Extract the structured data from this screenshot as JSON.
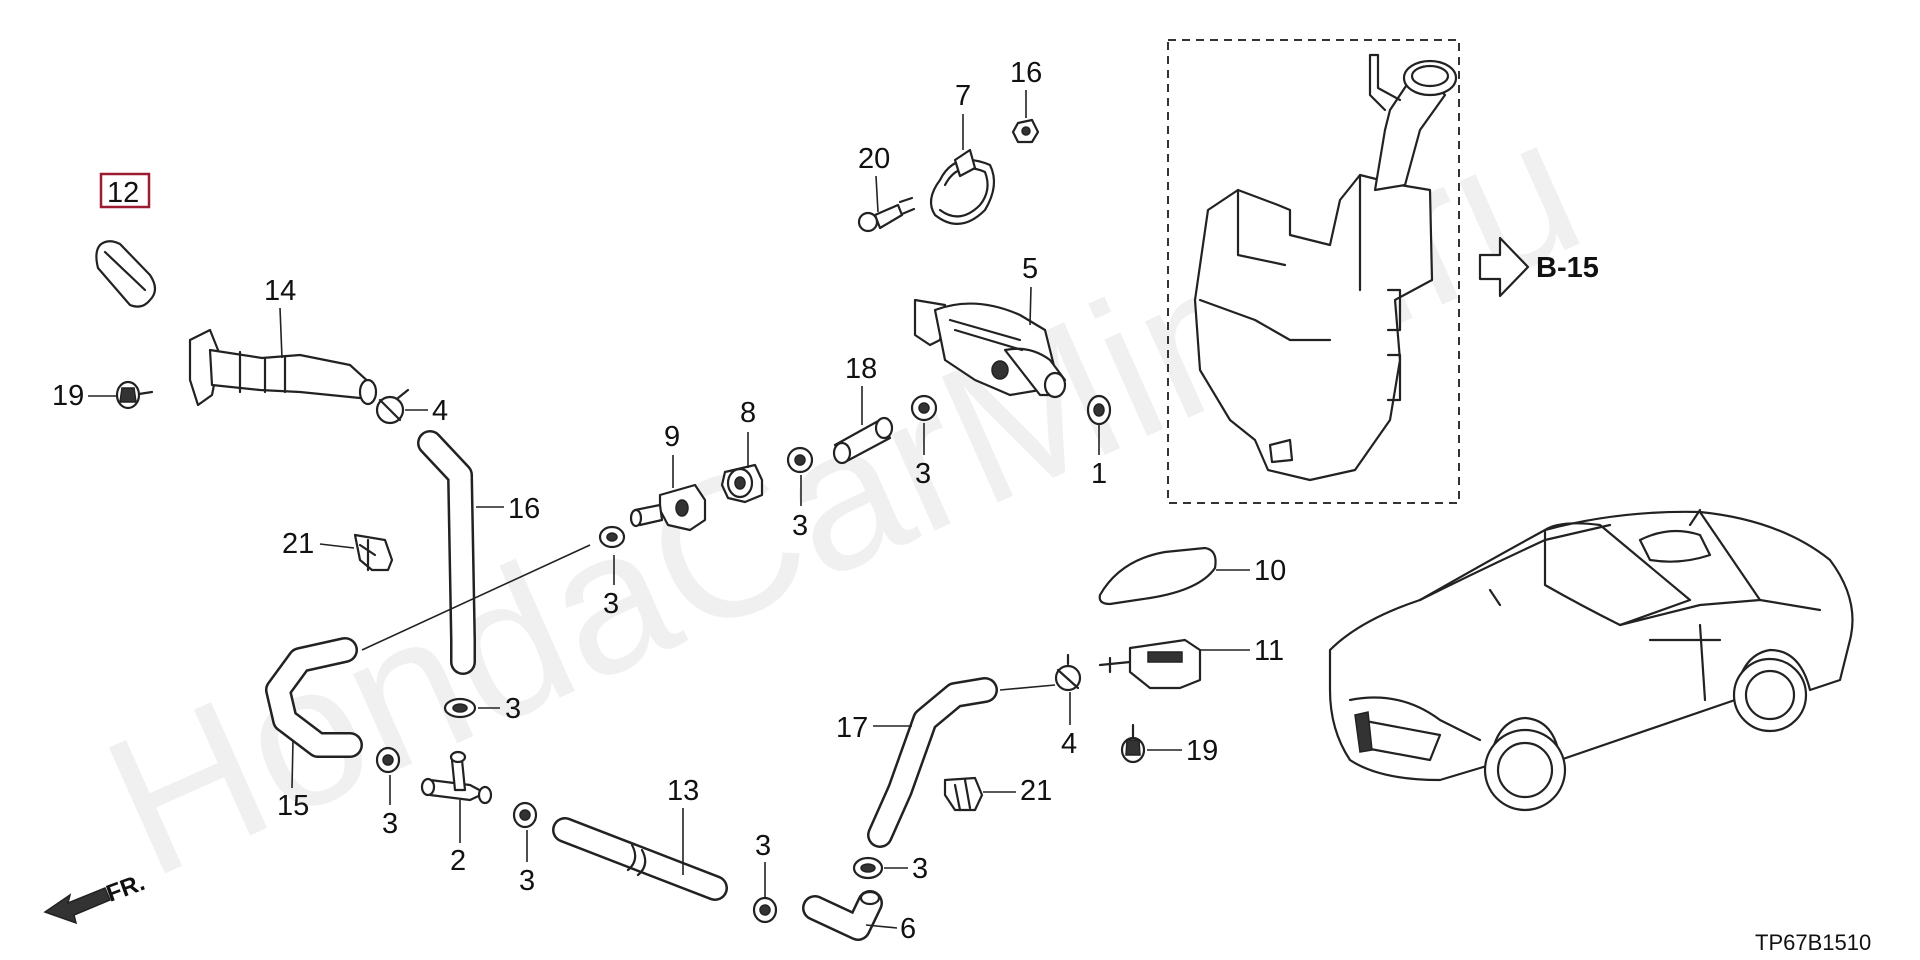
{
  "watermark": "HondaCarMine.ru",
  "diagram_code": "TP67B1510",
  "reference": "B-15",
  "front_indicator": "FR.",
  "callouts": [
    {
      "id": "c1",
      "label": "1"
    },
    {
      "id": "c2",
      "label": "2"
    },
    {
      "id": "c3a",
      "label": "3"
    },
    {
      "id": "c3b",
      "label": "3"
    },
    {
      "id": "c3c",
      "label": "3"
    },
    {
      "id": "c3d",
      "label": "3"
    },
    {
      "id": "c3e",
      "label": "3"
    },
    {
      "id": "c3f",
      "label": "3"
    },
    {
      "id": "c3g",
      "label": "3"
    },
    {
      "id": "c3h",
      "label": "3"
    },
    {
      "id": "c3i",
      "label": "3"
    },
    {
      "id": "c4a",
      "label": "4"
    },
    {
      "id": "c4b",
      "label": "4"
    },
    {
      "id": "c5",
      "label": "5"
    },
    {
      "id": "c6",
      "label": "6"
    },
    {
      "id": "c7",
      "label": "7"
    },
    {
      "id": "c8",
      "label": "8"
    },
    {
      "id": "c9",
      "label": "9"
    },
    {
      "id": "c10",
      "label": "10"
    },
    {
      "id": "c11",
      "label": "11"
    },
    {
      "id": "c12",
      "label": "12"
    },
    {
      "id": "c13",
      "label": "13"
    },
    {
      "id": "c14",
      "label": "14"
    },
    {
      "id": "c15",
      "label": "15"
    },
    {
      "id": "c16a",
      "label": "16"
    },
    {
      "id": "c16b",
      "label": "16"
    },
    {
      "id": "c17",
      "label": "17"
    },
    {
      "id": "c18",
      "label": "18"
    },
    {
      "id": "c19a",
      "label": "19"
    },
    {
      "id": "c19b",
      "label": "19"
    },
    {
      "id": "c20",
      "label": "20"
    },
    {
      "id": "c21a",
      "label": "21"
    },
    {
      "id": "c21b",
      "label": "21"
    }
  ]
}
